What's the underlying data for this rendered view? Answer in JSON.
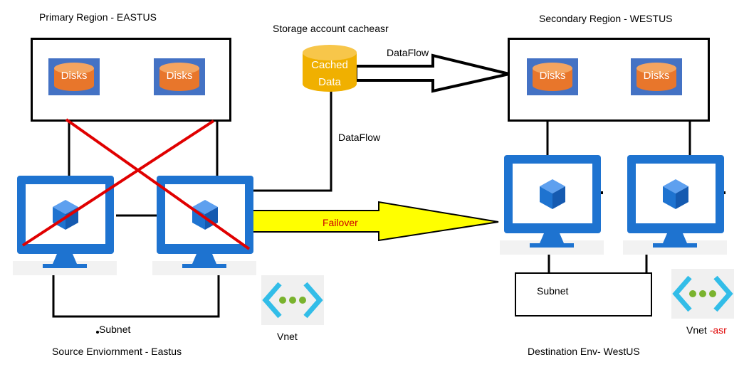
{
  "primary": {
    "title": "Primary Region - EASTUS",
    "disk_labels": [
      "Disks",
      "Disks"
    ],
    "env_label": "Source Enviornment - Eastus",
    "subnet_label": "Subnet"
  },
  "storage": {
    "title": "Storage account cacheasr",
    "cache_line1": "Cached",
    "cache_line2": "Data"
  },
  "secondary": {
    "title": "Secondary Region - WESTUS",
    "disk_labels": [
      "Disks",
      "Disks"
    ],
    "env_label": "Destination Env- WestUS",
    "subnet_label": "Subnet"
  },
  "flows": {
    "dataflow_top": "DataFlow",
    "dataflow_vertical": "DataFlow",
    "failover": "Failover"
  },
  "vnet": {
    "source_label": "Vnet",
    "dest_label_prefix": "Vnet ",
    "dest_label_suffix": "-asr"
  },
  "colors": {
    "azure_blue": "#1e73d0",
    "disk_blue": "#4472c4",
    "disk_orange": "#e8762b",
    "cache_yellow": "#f0b000",
    "failover_yellow": "#ffff00",
    "failover_text": "#cc0000",
    "cross_red": "#e00000",
    "vnet_green": "#7ab32e",
    "vnet_cyan": "#32bde8"
  }
}
